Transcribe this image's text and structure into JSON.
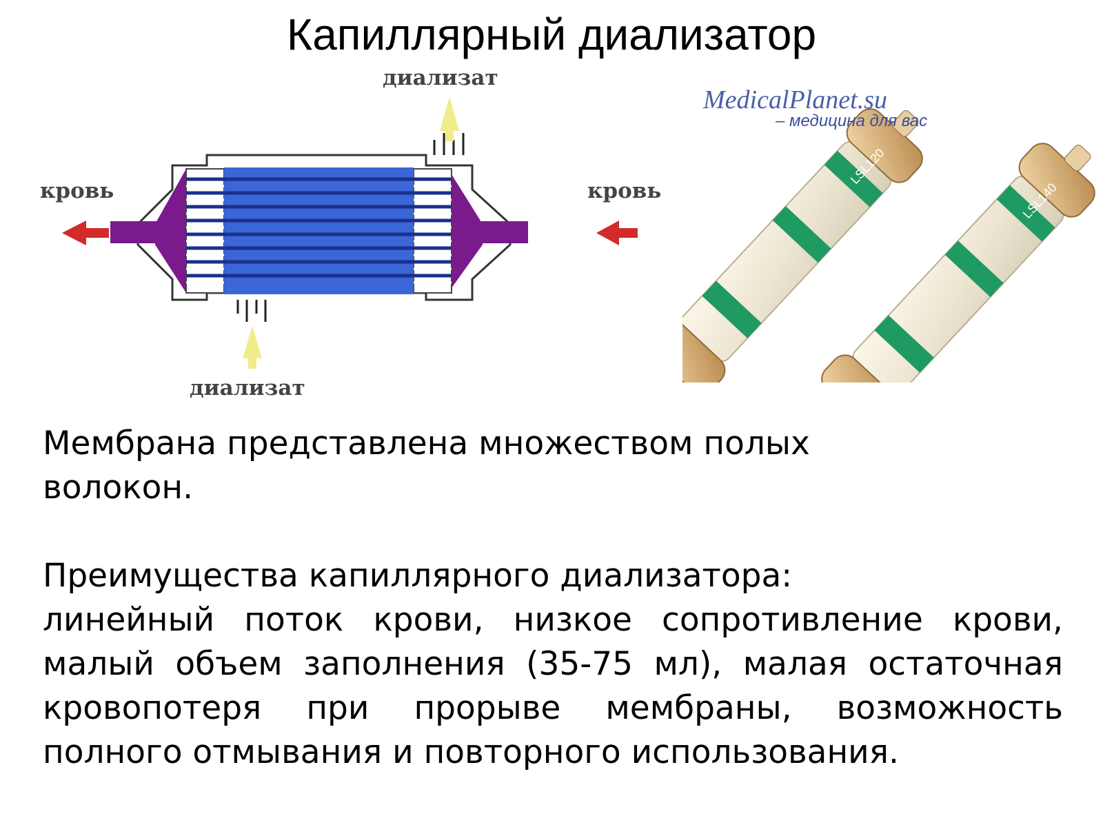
{
  "title": "Капиллярный диализатор",
  "diagram": {
    "label_dialysate_out": "диализат",
    "label_dialysate_in": "диализат",
    "label_blood_left": "кровь",
    "label_blood_right": "кровь",
    "colors": {
      "blood": "#7a1a8c",
      "fibers": "#2a5bd8",
      "arrow_red": "#d32a2a",
      "arrow_yellow": "#f1ec8a"
    }
  },
  "photo": {
    "watermark_title": "MedicalPlanet.su",
    "watermark_subtitle": "– медицина для вас",
    "label_left": "LSL120",
    "label_right": "LSL140"
  },
  "body": {
    "paragraph1": "Мембрана представлена множеством полых волокон.",
    "advantages_heading": "Преимущества капиллярного диализатора:",
    "advantages_text": "линейный поток крови, низкое сопротивление крови, малый объем заполнения (35-75 мл), малая остаточная кровопотеря при прорыве мембраны, возможность полного отмывания и повторного использования."
  }
}
